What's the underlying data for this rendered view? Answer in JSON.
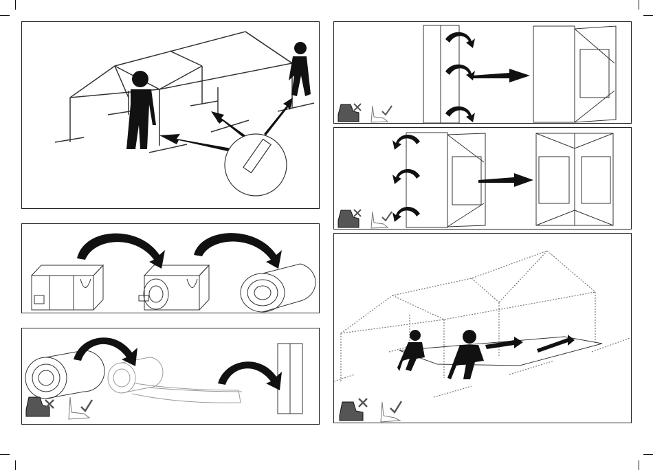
{
  "page": {
    "title": "",
    "panels": [
      {
        "id": "step-1",
        "description_shown": ""
      },
      {
        "id": "step-2"
      },
      {
        "id": "step-3"
      },
      {
        "id": "step-4"
      },
      {
        "id": "step-5"
      },
      {
        "id": "step-6"
      }
    ]
  },
  "icons": {
    "boot": "boot-icon",
    "barefoot": "barefoot-icon",
    "cross": "cross-mark-icon",
    "check": "check-mark-icon",
    "arrow": "curved-arrow-icon"
  },
  "colors": {
    "ink": "#111111",
    "line": "#333333",
    "border": "#222222",
    "boot_fill": "#555555"
  }
}
